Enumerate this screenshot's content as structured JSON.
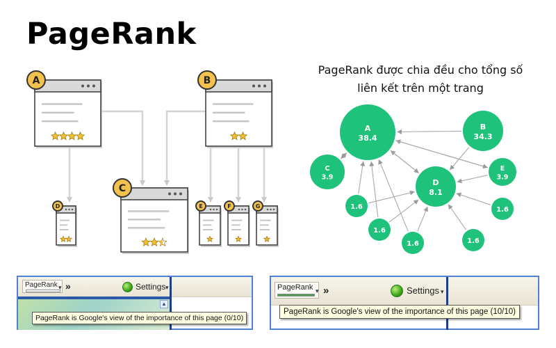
{
  "title": "PageRank",
  "pages": {
    "A": {
      "label": "A",
      "stars": 4
    },
    "B": {
      "label": "B",
      "stars": 2
    },
    "C": {
      "label": "C",
      "stars": 2.5
    },
    "D": {
      "label": "D",
      "stars": 2
    },
    "E": {
      "label": "E",
      "stars": 1
    },
    "F": {
      "label": "F",
      "stars": 1
    },
    "G": {
      "label": "G",
      "stars": 1
    }
  },
  "graph": {
    "caption": [
      "PageRank được chia đều cho tổng số",
      "liên kết trên một trang"
    ],
    "nodes": {
      "A": {
        "name": "A",
        "value": "38.4"
      },
      "B": {
        "name": "B",
        "value": "34.3"
      },
      "C": {
        "name": "C",
        "value": "3.9"
      },
      "D": {
        "name": "D",
        "value": "8.1"
      },
      "E": {
        "name": "E",
        "value": "3.9"
      },
      "s1": {
        "value": "1.6"
      },
      "s2": {
        "value": "1.6"
      },
      "s3": {
        "value": "1.6"
      },
      "s4": {
        "value": "1.6"
      },
      "s5": {
        "value": "1.6"
      }
    }
  },
  "toolbars": {
    "left": {
      "pagerank_label": "PageRank",
      "chevrons": "»",
      "settings_label": "Settings",
      "tooltip": "PageRank is Google's view of the importance of this page (0/10)",
      "pagerank_value": 0
    },
    "right": {
      "pagerank_label": "PageRank",
      "chevrons": "»",
      "settings_label": "Settings",
      "tooltip": "PageRank is Google's view of the importance of this page (10/10)",
      "pagerank_value": 10
    }
  },
  "colors": {
    "node_green": "#1ec27a",
    "star_gold": "#f2c030",
    "badge_gold": "#f2c14e",
    "toolbar_border": "#4f7fd6"
  }
}
